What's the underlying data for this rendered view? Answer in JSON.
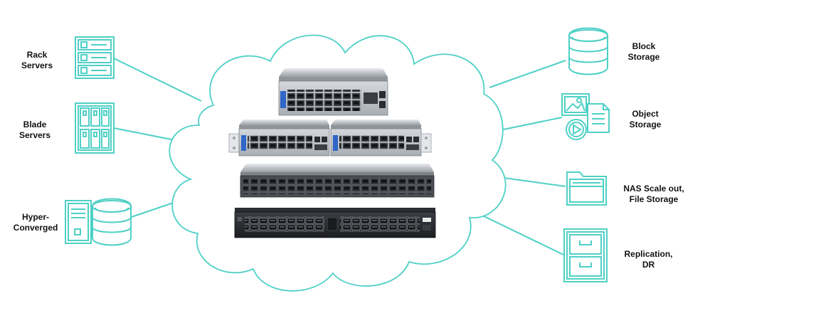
{
  "colors": {
    "accent": "#4fd0c6",
    "label_text": "#111111",
    "background": "#ffffff"
  },
  "left_nodes": [
    {
      "icon": "rack-servers-icon",
      "lines": [
        "Rack",
        "Servers"
      ]
    },
    {
      "icon": "blade-servers-icon",
      "lines": [
        "Blade",
        "Servers"
      ]
    },
    {
      "icon": "hyper-converged-icon",
      "lines": [
        "Hyper-",
        "Converged"
      ]
    }
  ],
  "right_nodes": [
    {
      "icon": "block-storage-icon",
      "lines": [
        "Block",
        "Storage"
      ]
    },
    {
      "icon": "object-storage-icon",
      "lines": [
        "Object",
        "Storage"
      ]
    },
    {
      "icon": "nas-file-storage-icon",
      "lines": [
        "NAS Scale out,",
        "File Storage"
      ]
    },
    {
      "icon": "replication-dr-icon",
      "lines": [
        "Replication,",
        "DR"
      ]
    }
  ],
  "center": {
    "shape": "cloud",
    "contents": [
      "switch-1u-half-width",
      "switch-pair-half-width",
      "switch-48-port-silver",
      "switch-48-port-black"
    ]
  }
}
